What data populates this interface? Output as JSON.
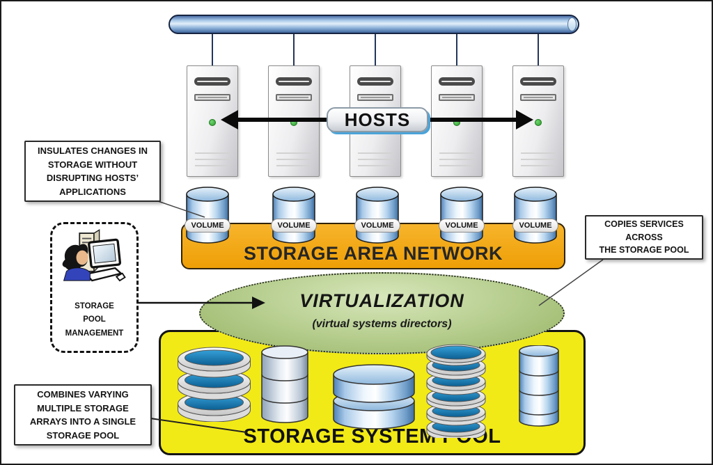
{
  "hosts": {
    "label": "HOSTS",
    "count": 5
  },
  "san": {
    "label": "STORAGE AREA NETWORK"
  },
  "volumes": {
    "label": "VOLUME",
    "count": 5
  },
  "virtualization": {
    "title": "VIRTUALIZATION",
    "subtitle": "(virtual systems directors)"
  },
  "pool": {
    "label": "STORAGE SYSTEM POOL",
    "array_count": 5
  },
  "management": {
    "lines": [
      "STORAGE",
      "POOL",
      "MANAGEMENT"
    ]
  },
  "callouts": {
    "insulates": {
      "lines": [
        "INSULATES CHANGES IN",
        "STORAGE WITHOUT",
        "DISRUPTING HOSTS’",
        "APPLICATIONS"
      ]
    },
    "copies": {
      "lines": [
        "COPIES SERVICES",
        "ACROSS",
        "THE STORAGE POOL"
      ]
    },
    "combines": {
      "lines": [
        "COMBINES VARYING",
        "MULTIPLE STORAGE",
        "ARRAYS INTO A SINGLE",
        "STORAGE POOL"
      ]
    }
  },
  "colors": {
    "san_bar_orange": "#F2A71B",
    "pool_box_yellow": "#F2EA16",
    "virtualization_green": "#A9C47E",
    "bus_blue": "#7FA8D9",
    "led_green": "#3DB53D",
    "hosts_pill_shadow_blue": "#4AA3D8",
    "cylinder_blue": "#4D7FB5"
  }
}
